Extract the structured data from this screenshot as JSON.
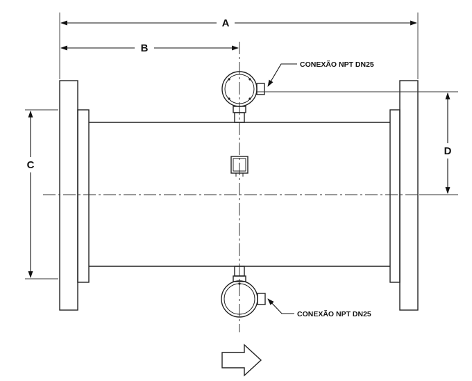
{
  "dimensions": {
    "a": "A",
    "b": "B",
    "c": "C",
    "d": "D"
  },
  "callouts": {
    "top_connection": "CONEXÃO NPT DN25",
    "bottom_connection": "CONEXÃO NPT DN25"
  },
  "flow_direction": "right",
  "colors": {
    "line": "#222222",
    "background": "#ffffff"
  }
}
